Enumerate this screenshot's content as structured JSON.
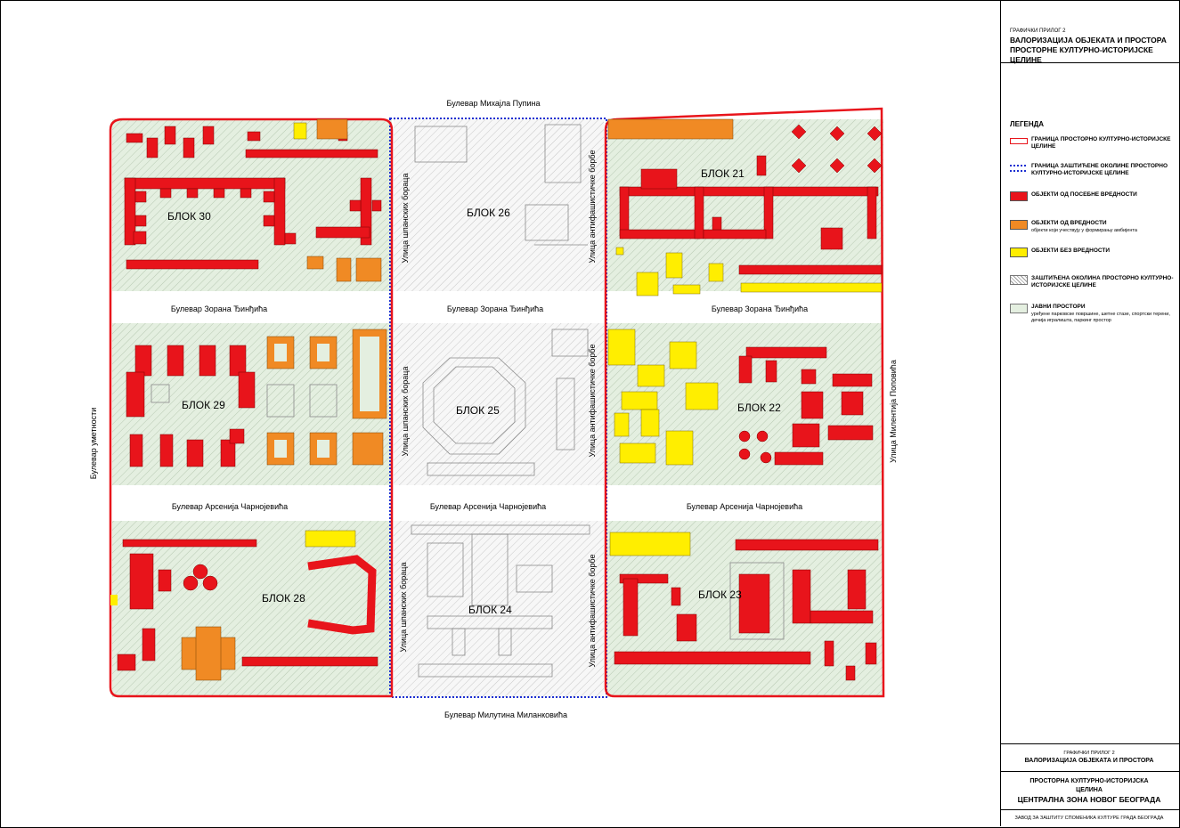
{
  "sheet": {
    "header_small": "ГРАФИЧКИ ПРИЛОГ 2",
    "header_title_1": "ВАЛОРИЗАЦИЈА ОБЈЕКАТА И ПРОСТОРА",
    "header_title_2": "ПРОСТОРНЕ КУЛТУРНО-ИСТОРИЈСКЕ ЦЕЛИНЕ",
    "footer_small": "ГРАФИЧКИ ПРИЛОГ 2",
    "footer_title": "ВАЛОРИЗАЦИЈА ОБЈЕКАТА И ПРОСТОРА",
    "footer_unit_1": "ПРОСТОРНА КУЛТУРНО-ИСТОРИЈСКА",
    "footer_unit_2": "ЦЕЛИНА",
    "footer_place": "ЦЕНТРАЛНА ЗОНА НОВОГ БЕОГРАДА",
    "footer_org": "ЗАВОД ЗА ЗАШТИТУ СПОМЕНИКА КУЛТУРЕ ГРАДА БЕОГРАДА"
  },
  "legend": {
    "title": "ЛЕГЕНДА",
    "items": [
      {
        "label": "ГРАНИЦА ПРОСТОРНО КУЛТУРНО-ИСТОРИЈСКЕ ЦЕЛИНЕ",
        "sub": "",
        "kind": "line-red",
        "color": "#e8141b"
      },
      {
        "label": "ГРАНИЦА ЗАШТИЋЕНЕ ОКОЛИНЕ ПРОСТОРНО КУЛТУРНО-ИСТОРИЈСКЕ ЦЕЛИНЕ",
        "sub": "",
        "kind": "line-blue",
        "color": "#1c2fd1"
      },
      {
        "label": "ОБЈЕКТИ ОД ПОСЕБНЕ ВРЕДНОСТИ",
        "sub": "",
        "kind": "fill",
        "color": "#e8141b"
      },
      {
        "label": "ОБЈЕКТИ ОД ВРЕДНОСТИ",
        "sub": "објекти који учествују у формирању амбијента",
        "kind": "fill",
        "color": "#f08a24"
      },
      {
        "label": "ОБЈЕКТИ БЕЗ ВРЕДНОСТИ",
        "sub": "",
        "kind": "fill",
        "color": "#ffee00"
      },
      {
        "label": "ЗАШТИЋЕНА ОКОЛИНА ПРОСТОРНО КУЛТУРНО-ИСТОРИЈСКЕ ЦЕЛИНЕ",
        "sub": "",
        "kind": "hatch",
        "color": "#cfcfcf"
      },
      {
        "label": "ЈАВНИ ПРОСТОРИ",
        "sub": "уређене парковске површине, шетне стазе, спортски терени, дечија игралишта, паркинг простор",
        "kind": "green",
        "color": "#e4efe0"
      }
    ]
  },
  "streets": {
    "pupin": "Булевар Михајла Пупина",
    "djindjic": "Булевар Зорана Ђинђића",
    "carnojevic": "Булевар Арсенија Чарнојевића",
    "milankovic": "Булевар Милутина Миланковића",
    "umetnosti": "Булевар уметности",
    "popovic": "Улица Милентија Поповића",
    "spanskih": "Улица шпанских бораца",
    "antifasisticke": "Улица антифашистичке борбе"
  },
  "blocks": {
    "b30": "БЛОК  30",
    "b26": "БЛОК  26",
    "b21": "БЛОК  21",
    "b29": "БЛОК  29",
    "b25": "БЛОК  25",
    "b22": "БЛОК  22",
    "b28": "БЛОК  28",
    "b24": "БЛОК  24",
    "b23": "БЛОК  23"
  },
  "colors": {
    "boundary": "#e8141b",
    "protected_boundary": "#1c2fd1",
    "special_value": "#e8141b",
    "value": "#f08a24",
    "no_value": "#ffee00",
    "public_space": "#e4efe0"
  }
}
